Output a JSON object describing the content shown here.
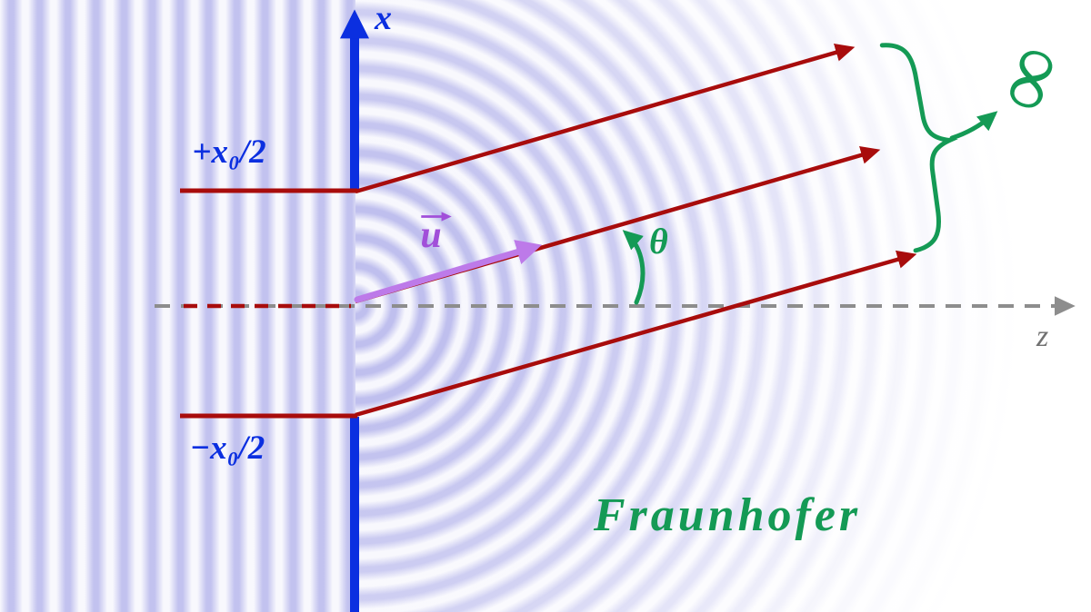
{
  "diagram": {
    "caption": "Fraunhofer",
    "axes": {
      "x_label": "x",
      "z_label": "z"
    },
    "aperture": {
      "top_edge_label": "+x₀/2",
      "bottom_edge_label": "−x₀/2"
    },
    "annotations": {
      "wave_vector_label": "u",
      "angle_label": "θ",
      "infinity_label": "∞"
    }
  },
  "colors": {
    "axis_blue": "#0b2fe0",
    "ray_red": "#a80c0c",
    "vector_purple": "#bd7ae9",
    "vector_label_purple": "#a14fd9",
    "accent_green": "#149a55",
    "axis_gray": "#8d8d8d",
    "label_gray": "#707070",
    "wave_tint": "#8a8ae0"
  }
}
